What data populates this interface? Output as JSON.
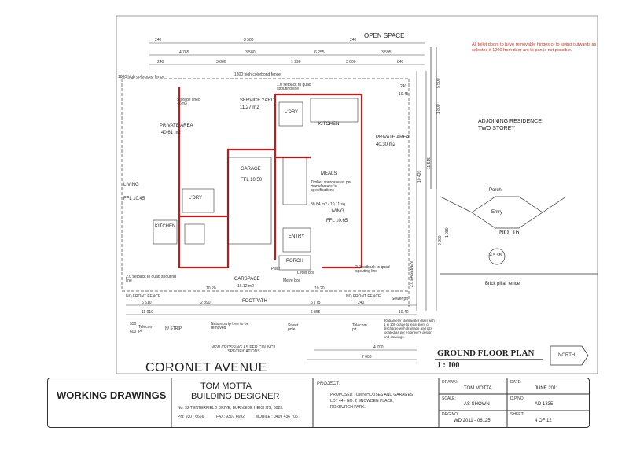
{
  "notes": {
    "toilet_doors": "All toilet doors to have removable hinges or to swing outwards as selected if 1200 from door arc to pan is not possible.",
    "stormwater": "90 diameter stormwater drain with 1 in 100 grade to legal point of discharge with drainage and pits located as per engineer's design and drawings"
  },
  "labels": {
    "open_space": "OPEN SPACE",
    "adjoining": "ADJOINING RESIDENCE TWO STOREY",
    "porch_right": "Porch",
    "entry_right": "Entry",
    "no16": "NO. 16",
    "brick_fence": "Brick pillar fence",
    "colorbond_top": "1800 high colorbond fence",
    "colorbond_left": "1800 high colorbond fence",
    "private_left": "PRIVATE AREA",
    "private_left_area": "40.61 m2",
    "private_right": "PRIVATE AREA",
    "private_right_area": "40.30 m2",
    "service_yard": "SERVICE YARD",
    "service_yard_area": "11.27 m2",
    "ldry_top": "L'DRY",
    "kitchen_top": "KITCHEN",
    "meals": "MEALS",
    "living_right": "LIVING",
    "living_right_area": "30.84 m2 / 10.11 sq",
    "ffl_right": "FFL 10.65",
    "entry": "ENTRY",
    "porch": "PORCH",
    "garage": "GARAGE",
    "garage_ffl": "FFL 10.50",
    "ldry_left": "L'DRY",
    "kitchen_left": "KITCHEN",
    "living_left": "LIVING",
    "ffl_left": "FFL 10.45",
    "carspace": "CARSPACE",
    "carspace_area": "16.12 m2",
    "footpath": "FOOTPATH",
    "no_front_fence_l": "NO FRONT FENCE",
    "no_front_fence_r": "NO FRONT FENCE",
    "setback_l": "2.0 setback to quad spouting line",
    "setback_r": "2.0 setback to quad spouting line",
    "setback_top": "1.0 setback to quad spouting line",
    "nature_strip": "N/ STRIP",
    "nature_tree": "Nature strip tree to be removed",
    "street_pole": "Street pole",
    "telecom_l": "Telecom pit",
    "telecom_r": "Telecom pit",
    "sewer": "Sewer pit",
    "crossing": "NEW CROSSING AS PER COUNCIL SPECIFICATIONS",
    "easement": "2.0 EASEMENT",
    "sb": "4.5 SB",
    "coronet": "CORONET AVENUE",
    "plan_title": "GROUND FLOOR PLAN",
    "scale": "1 : 100",
    "north": "NORTH",
    "storage_shed": "Storage shed - 6m3",
    "stair_note": "Timber staircase as per manufacturer's specifications",
    "metre_box": "Metre box",
    "letter_box": "Letter box",
    "pillar": "Pillar"
  },
  "dims": {
    "top_row1": [
      "240",
      "3 580",
      "240"
    ],
    "top_row2": [
      "4 765",
      "3 580",
      "6 255",
      "3 595"
    ],
    "top_row3": [
      "240",
      "3 600",
      "1 990",
      "3 600",
      "840"
    ],
    "bottom_row1": [
      "5 510",
      "2 890",
      "5 775",
      "240"
    ],
    "bottom_row2": [
      "11 910",
      "6 355",
      "10.40"
    ],
    "bottom_row3": [
      "4 700",
      "7 600"
    ],
    "right_vert": [
      "10 420",
      "11 515",
      "1 800",
      "5 500"
    ],
    "misc": [
      "240",
      "10.45",
      "10.20",
      "10.20",
      "550",
      "600",
      "2 200",
      "1 080"
    ]
  },
  "titleblock": {
    "working_drawings": "WORKING DRAWINGS",
    "designer_name": "TOM MOTTA",
    "designer_title": "BUILDING DESIGNER",
    "address": "No. 92 TENTERFIELD DRIVE, BURNSIDE HEIGHTS, 3023.",
    "phone": "PH: 9307 6666",
    "fax": "FAX: 9307 6692",
    "mobile": "MOBILE : 0409 436 706",
    "project_label": "PROJECT:",
    "project_line1": "PROPOSED TOWN HOUSES AND GARAGES",
    "project_line2": "LOT 44 - NO. 2 SNOWDEN PLACE,",
    "project_line3": "ROXBURGH PARK.",
    "drawn_label": "DRAWN:",
    "drawn_value": "TOM MOTTA",
    "scale_label": "SCALE:",
    "scale_value": "AS SHOWN",
    "drg_label": "DRG.NO:",
    "drg_value": "WD 2011 - 06125",
    "date_label": "DATE:",
    "date_value": "JUNE 2011",
    "dpno_label": "D.P.NO:",
    "dpno_value": "AD 1335",
    "sheet_label": "SHEET:",
    "sheet_value": "4 OF 12"
  },
  "colors": {
    "line": "#333333",
    "wall_red": "#b22222",
    "note_red": "#c0392b",
    "plan_title": "#1a1a1a"
  }
}
